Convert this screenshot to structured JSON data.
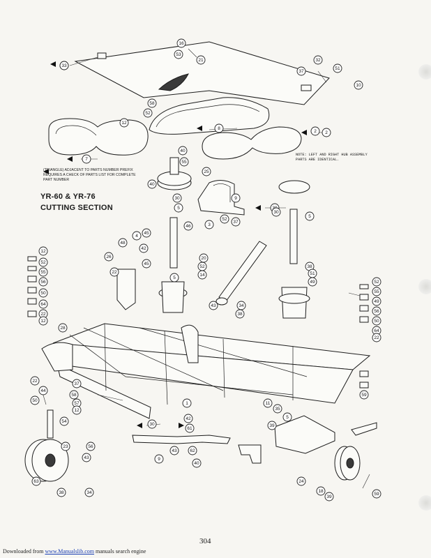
{
  "title": {
    "line1": "YR-60 & YR-76",
    "line2": "CUTTING SECTION"
  },
  "legend_text": "(TRIANGLE) ADJACENT TO PARTS NUMBER PREFIX REQUIRES A CHECK OF PARTS LIST FOR COMPLETE PART NUMBER",
  "note_text": "NOTE: LEFT AND RIGHT HUB ASSEMBLY PARTS ARE IDENTICAL.",
  "page_number": "304",
  "footer": {
    "prefix": "Downloaded from ",
    "link_text": "www.Manualslib.com",
    "suffix": " manuals search engine"
  },
  "callouts": [
    "33",
    "16",
    "53",
    "21",
    "32",
    "37",
    "51",
    "10",
    "58",
    "52",
    "12",
    "8",
    "2",
    "7",
    "40",
    "55",
    "25",
    "40",
    "30",
    "9",
    "30",
    "5",
    "52",
    "37",
    "3",
    "45",
    "4",
    "42",
    "48",
    "45",
    "26",
    "46",
    "20",
    "52",
    "14",
    "22",
    "5",
    "34",
    "38",
    "43",
    "12",
    "52",
    "55",
    "56",
    "50",
    "64",
    "22",
    "12",
    "52",
    "55",
    "49",
    "56",
    "50",
    "64",
    "22",
    "11",
    "35",
    "5",
    "39",
    "22",
    "44",
    "58",
    "57",
    "12",
    "50",
    "54",
    "1",
    "42",
    "30",
    "61",
    "62",
    "40",
    "9",
    "43",
    "63",
    "38",
    "34",
    "24",
    "18",
    "39",
    "59",
    "23",
    "28",
    "37",
    "2",
    "33",
    "56",
    "43",
    "38",
    "51",
    "30",
    "49",
    "5",
    "59"
  ]
}
